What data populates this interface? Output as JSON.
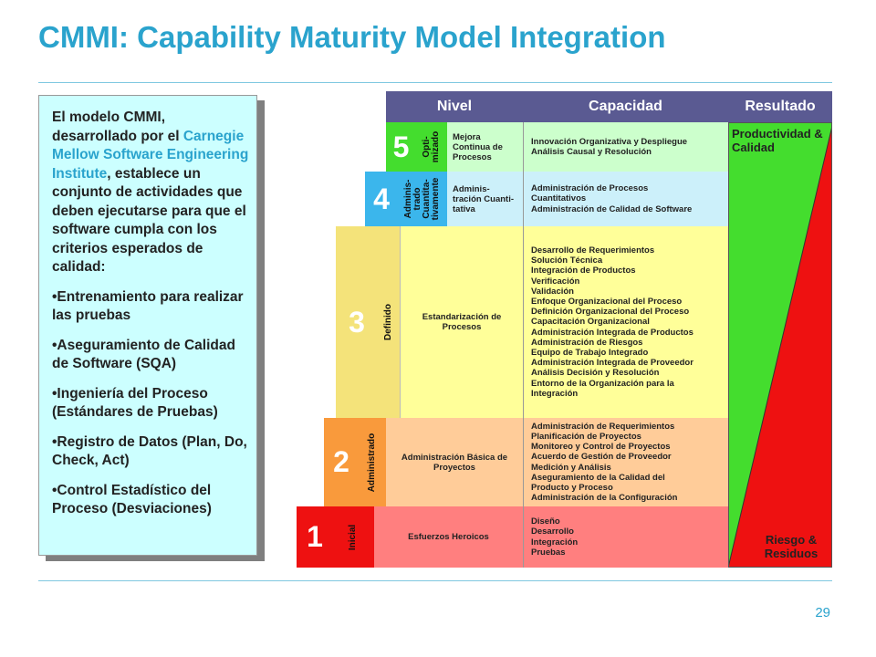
{
  "title": "CMMI: Capability Maturity Model Integration",
  "page_number": "29",
  "intro": {
    "pre": "El modelo CMMI, desarrollado por el ",
    "highlight": "Carnegie Mellow Software Engineering Institute",
    "post": ", establece un conjunto de actividades que deben ejecutarse para que el software cumpla con los criterios esperados de calidad:",
    "bullets": [
      "•Entrenamiento para realizar las pruebas",
      "•Aseguramiento de Calidad de Software (SQA)",
      "•Ingeniería del Proceso (Estándares de Pruebas)",
      "•Registro de Datos (Plan, Do, Check, Act)",
      "•Control Estadístico del Proceso (Desviaciones)"
    ]
  },
  "headers": {
    "level": "Nivel",
    "capacity": "Capacidad",
    "result": "Resultado"
  },
  "levels": [
    {
      "number": "5",
      "name": "Opti- mizado",
      "capacity": "Mejora Continua de Procesos",
      "areas": [
        "Innovación Organizativa y Despliegue",
        "Análisis Causal y Resolución"
      ],
      "colors": {
        "number": "#44dd2e",
        "cell": "#ccffcc"
      }
    },
    {
      "number": "4",
      "name": "Adminis- trado Cuantita- tivamente",
      "capacity": "Adminis- tración Cuanti- tativa",
      "areas": [
        "Administración de Procesos",
        "Cuantitativos",
        "Administración de Calidad de Software"
      ],
      "colors": {
        "number": "#3bb6ec",
        "cell": "#ccf0fa"
      }
    },
    {
      "number": "3",
      "name": "Definido",
      "capacity": "Estandarización de Procesos",
      "areas": [
        "Desarrollo de Requerimientos",
        "Solución Técnica",
        "Integración de Productos",
        "Verificación",
        "Validación",
        "Enfoque Organizacional del Proceso",
        "Definición Organizacional del Proceso",
        "Capacitación Organizacional",
        "Administración Integrada de Productos",
        "Administración de Riesgos",
        "Equipo  de Trabajo Integrado",
        "Administración Integrada de Proveedor",
        "Análisis Decisión y Resolución",
        "Entorno de la Organización para la",
        "Integración"
      ],
      "colors": {
        "number": "#f4e37a",
        "cell": "#ffff99"
      }
    },
    {
      "number": "2",
      "name": "Administrado",
      "capacity": "Administración Básica de Proyectos",
      "areas": [
        "Administración de Requerimientos",
        "Planificación de Proyectos",
        "Monitoreo y Control de Proyectos",
        "Acuerdo de Gestión de Proveedor",
        "Medición y Análisis",
        "Aseguramiento de la Calidad del",
        "Producto y Proceso",
        "Administración de la Configuración"
      ],
      "colors": {
        "number": "#f99a3c",
        "cell": "#ffcc99"
      }
    },
    {
      "number": "1",
      "name": "Inicial",
      "capacity": "Esfuerzos Heroicos",
      "areas": [
        "Diseño",
        "Desarrollo",
        "Integración",
        "Pruebas"
      ],
      "colors": {
        "number": "#ee1111",
        "cell": "#ff7f7f"
      }
    }
  ],
  "result": {
    "top": "Productividad & Calidad",
    "bottom": "Riesgo & Residuos",
    "colors": {
      "green": "#44dd2e",
      "red": "#ee1111"
    }
  },
  "colors": {
    "title": "#2aa3cd",
    "header": "#5a5a92",
    "intro_bg": "#ccffff"
  }
}
